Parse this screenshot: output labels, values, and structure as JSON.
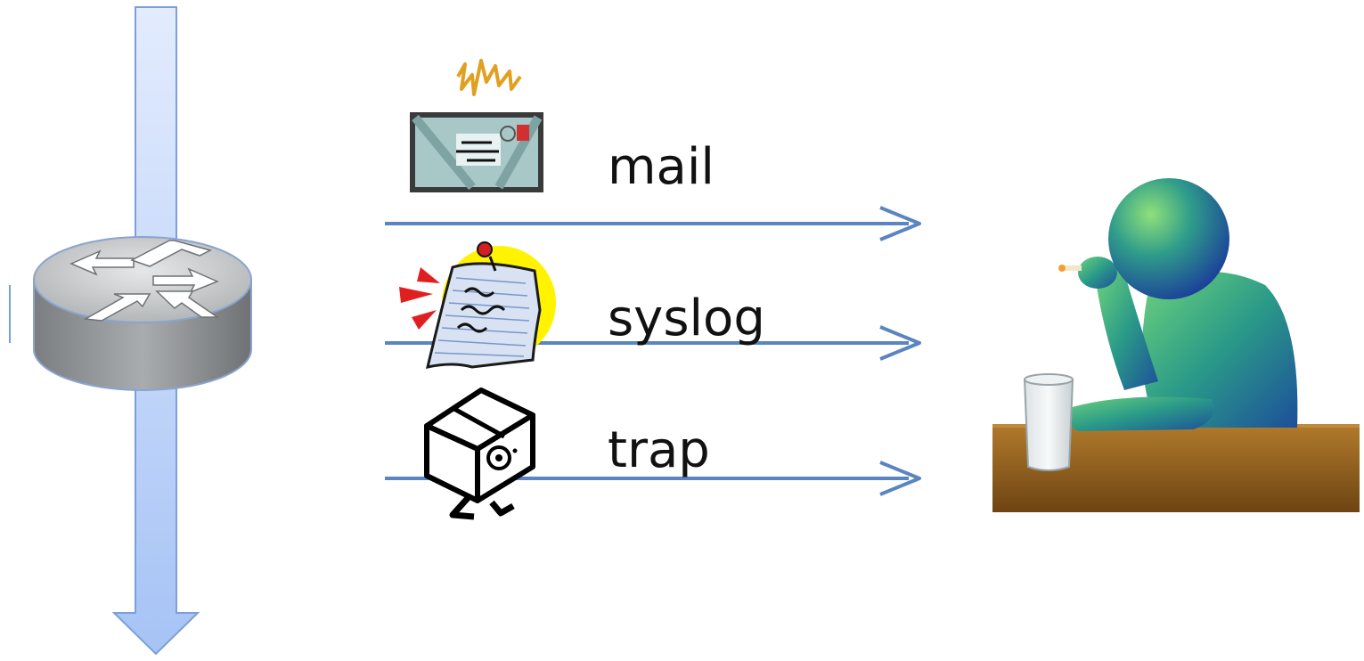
{
  "labels": {
    "mail": "mail",
    "syslog": "syslog",
    "trap": "trap"
  },
  "icons": {
    "router": "router-icon",
    "mail": "mail-envelope-icon",
    "syslog": "pinned-note-icon",
    "trap": "walking-box-icon",
    "admin": "bored-admin-icon"
  },
  "colors": {
    "arrow": "#5b85c0",
    "flow_arrow_fill_top": "#e3ecfe",
    "flow_arrow_fill_bottom": "#a6c3f5",
    "flow_arrow_stroke": "#7c9fd9",
    "router_top": "#d2d4d6",
    "router_side": "#8e9193",
    "table": "#8a5a1e",
    "figure": "#2c8d8a"
  }
}
